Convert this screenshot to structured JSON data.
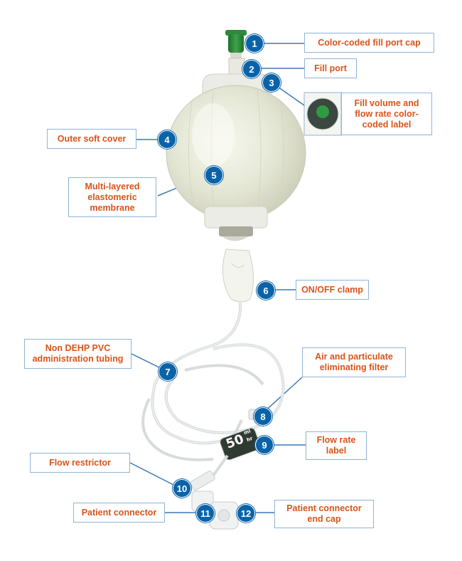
{
  "labels": {
    "l1": "Color-coded fill port cap",
    "l2": "Fill port",
    "l3": "Fill volume and flow rate color-coded label",
    "l4": "Outer soft cover",
    "l5": "Multi-layered elastomeric membrane",
    "l6": "ON/OFF clamp",
    "l7": "Non DEHP PVC administration tubing",
    "l8": "Air and particulate eliminating filter",
    "l9": "Flow rate label",
    "l10": "Flow restrictor",
    "l11": "Patient connector",
    "l12": "Patient connector end cap"
  },
  "badges": [
    "1",
    "2",
    "3",
    "4",
    "5",
    "6",
    "7",
    "8",
    "9",
    "10",
    "11",
    "12"
  ],
  "flow_label": {
    "value": "50",
    "unit_top": "ml",
    "unit_bottom": "hr"
  },
  "colors": {
    "label_text": "#d9541a",
    "badge": "#0a63a8",
    "box_border": "#8fb3d6",
    "cap": "#2e8b3a"
  }
}
